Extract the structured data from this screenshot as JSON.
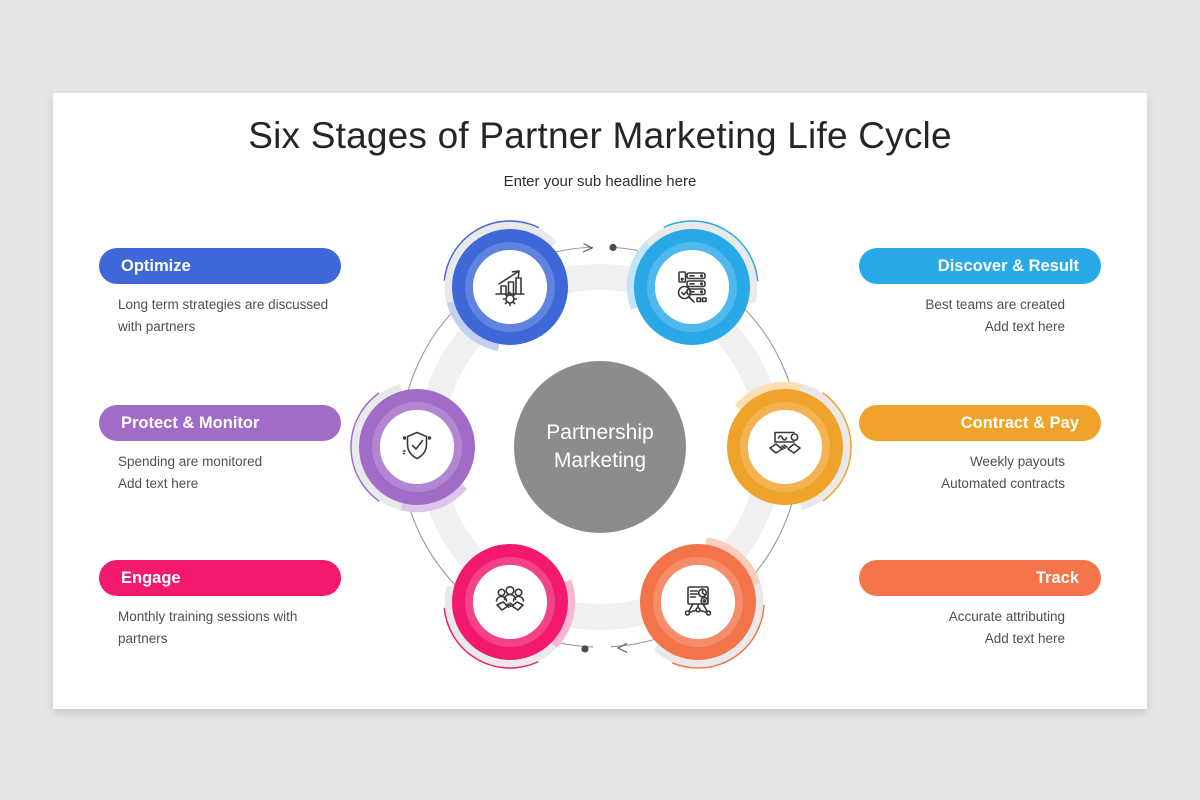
{
  "canvas": {
    "background": "#E7E5E7",
    "card": "#FFFFFF"
  },
  "header": {
    "title": "Six Stages of Partner Marketing Life Cycle",
    "subtitle": "Enter your sub headline here"
  },
  "center": {
    "label_lines": [
      "Partnership",
      "Marketing"
    ],
    "color": "#8C8C8C"
  },
  "stages": [
    {
      "id": "optimize",
      "label": "Optimize",
      "color": "#3E68D8",
      "tint": "#C3D0F2",
      "side": "left",
      "icon": "growth-chart",
      "desc": [
        "Long term strategies are discussed",
        "with partners"
      ]
    },
    {
      "id": "discover-result",
      "label": "Discover & Result",
      "color": "#29A9E8",
      "tint": "#C2E6F8",
      "side": "right",
      "icon": "data-search",
      "desc": [
        "Best teams are created",
        "Add text here"
      ]
    },
    {
      "id": "contract-pay",
      "label": "Contract & Pay",
      "color": "#F0A32A",
      "tint": "#F9DFB2",
      "side": "right",
      "icon": "handshake-contract",
      "desc": [
        "Weekly payouts",
        "Automated contracts"
      ]
    },
    {
      "id": "track",
      "label": "Track",
      "color": "#F4744A",
      "tint": "#FBCDBC",
      "side": "right",
      "icon": "analytics-board",
      "desc": [
        "Accurate attributing",
        "Add text here"
      ]
    },
    {
      "id": "engage",
      "label": "Engage",
      "color": "#F2196E",
      "tint": "#FAB8D0",
      "side": "left",
      "icon": "team-handshake",
      "desc": [
        "Monthly training sessions with",
        "partners"
      ]
    },
    {
      "id": "protect-monitor",
      "label": "Protect & Monitor",
      "color": "#A06CC8",
      "tint": "#DCC6EC",
      "side": "left",
      "icon": "shield-check",
      "desc": [
        "Spending are monitored",
        "Add text here"
      ]
    }
  ]
}
